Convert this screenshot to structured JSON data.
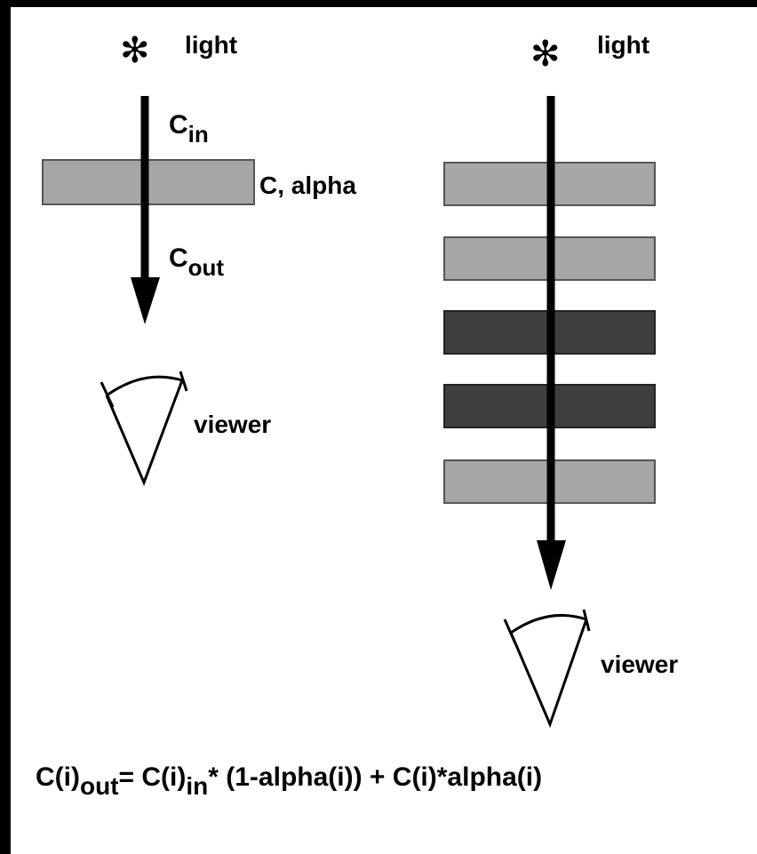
{
  "left_scene": {
    "light_symbol": "✻",
    "light_label": "light",
    "c_in": {
      "base": "C",
      "sub": "in"
    },
    "layer_label": "C, alpha",
    "c_out": {
      "base": "C",
      "sub": "out"
    },
    "viewer_label": "viewer",
    "layer_color": "#a6a6a6"
  },
  "right_scene": {
    "light_symbol": "✻",
    "light_label": "light",
    "viewer_label": "viewer",
    "layers": [
      {
        "shade": "light",
        "color": "#a6a6a6"
      },
      {
        "shade": "light",
        "color": "#a6a6a6"
      },
      {
        "shade": "dark",
        "color": "#3e3e3e"
      },
      {
        "shade": "dark",
        "color": "#3e3e3e"
      },
      {
        "shade": "light",
        "color": "#a6a6a6"
      }
    ]
  },
  "equation": {
    "lhs": "C(i)",
    "lhs_sub": "out",
    "eq": "= C(i)",
    "in_sub": "in",
    "rest": "* (1-alpha(i)) + C(i)*alpha(i)"
  }
}
